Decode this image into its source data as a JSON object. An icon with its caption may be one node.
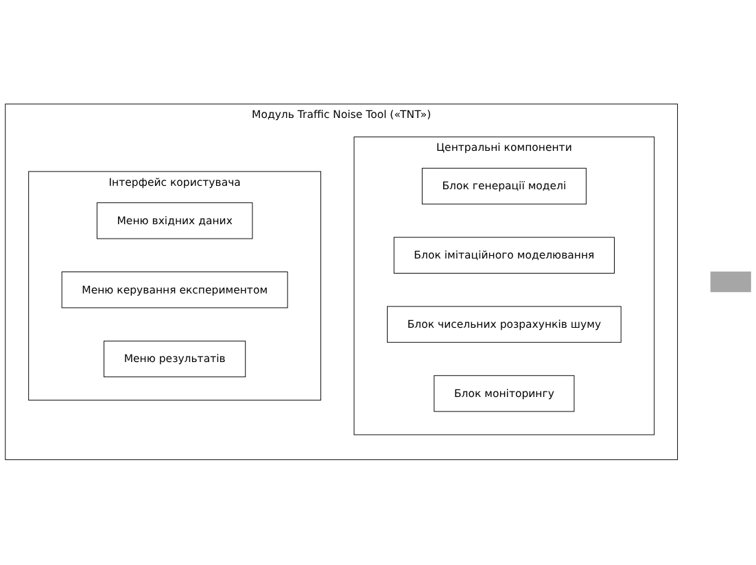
{
  "diagram": {
    "nodes": [
      {
        "text": [],
        "shape": "box"
      },
      {
        "text": [
          "Модуль Traffic Noise Tool («TNT»)"
        ]
      },
      {
        "text": [
          "Інтерфейс користувача"
        ],
        "in": 1
      },
      {
        "text": [
          "Меню вхідних даних"
        ],
        "in": 2
      },
      {
        "text": [
          "Меню керування експериментом"
        ],
        "in": 2
      },
      {
        "text": [
          "Меню результатів"
        ],
        "in": 2
      },
      {
        "text": [
          "Центральні компоненти"
        ],
        "in": 1
      },
      {
        "text": [
          "Блок генерації моделі"
        ],
        "in": 6
      },
      {
        "text": [
          "Блок імітаційного моделювання"
        ],
        "in": 6
      },
      {
        "text": [
          "Блок чисельних розрахунків шуму"
        ],
        "in": 6
      },
      {
        "text": [
          "Блок моніторингу"
        ],
        "in": 6
      }
    ]
  }
}
